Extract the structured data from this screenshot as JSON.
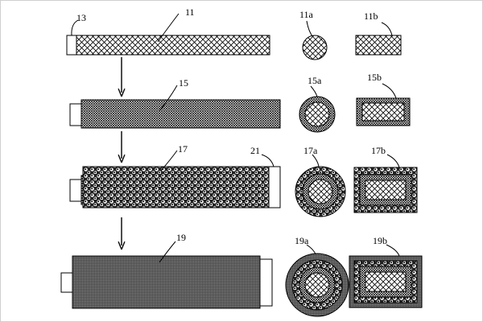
{
  "labels": {
    "ref_13": "13",
    "ref_11": "11",
    "ref_11a": "11a",
    "ref_11b": "11b",
    "ref_15": "15",
    "ref_15a": "15a",
    "ref_15b": "15b",
    "ref_17": "17",
    "ref_21": "21",
    "ref_17a": "17a",
    "ref_17b": "17b",
    "ref_19": "19",
    "ref_19a": "19a",
    "ref_19b": "19b"
  },
  "colors": {
    "stroke": "#000000",
    "background": "#ffffff",
    "frame": "#cfcfcf",
    "dense_fill": "#3a3a3a"
  }
}
